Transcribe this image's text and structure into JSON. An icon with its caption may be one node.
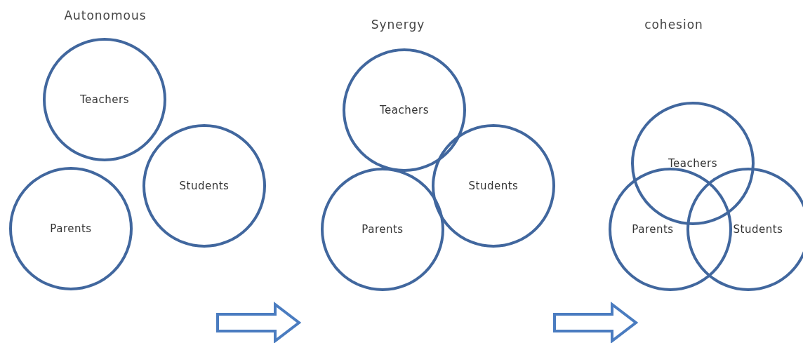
{
  "diagram": {
    "nodes": [
      {
        "text": [
          "Teachers"
        ]
      },
      {
        "text": [
          "Students"
        ]
      },
      {
        "text": [
          "Parents"
        ]
      },
      {
        "text": [
          "Teachers"
        ]
      },
      {
        "text": [
          "Students"
        ]
      },
      {
        "text": [
          "Parents"
        ]
      },
      {
        "text": [
          "Teachers"
        ]
      },
      {
        "text": [
          "Parents"
        ]
      },
      {
        "text": [
          "Students"
        ]
      }
    ],
    "edges": [],
    "labels": [
      "Autonomous",
      "Synergy",
      "cohesion"
    ]
  }
}
